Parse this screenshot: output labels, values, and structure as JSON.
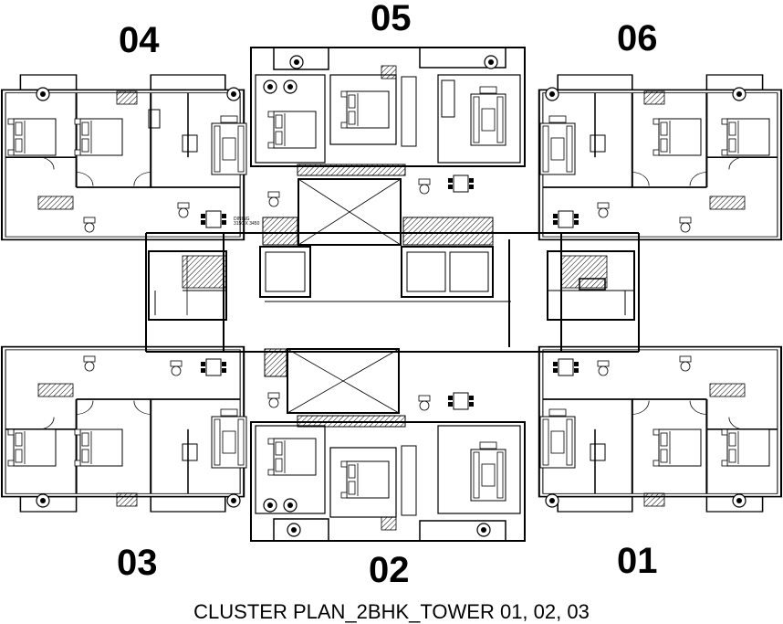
{
  "units": {
    "u01": "01",
    "u02": "02",
    "u03": "03",
    "u04": "04",
    "u05": "05",
    "u06": "06"
  },
  "caption": "CLUSTER PLAN_2BHK_TOWER 01, 02, 03",
  "dining_label": "DINING",
  "dining_size": "3150 X 3450"
}
